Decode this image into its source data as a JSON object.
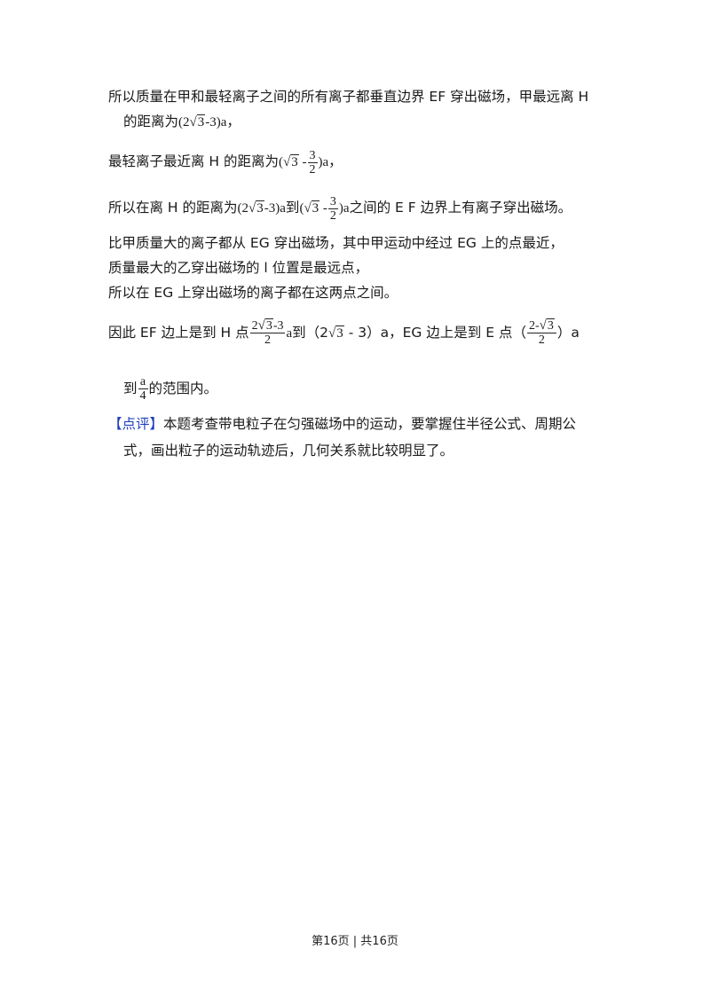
{
  "p1": {
    "text": "所以质量在甲和最轻离子之间的所有离子都垂直边界 EF 穿出磁场，甲最远离 H"
  },
  "p1b": {
    "pre": "的距离为",
    "f1a": "(2",
    "f1r": "√",
    "f1u": "3",
    "f1b": "-3)",
    "f1c": "a",
    "post": "，"
  },
  "p2": {
    "pre": "最轻离子最近离 H 的距离为",
    "o": "(",
    "r": "√",
    "u": "3",
    "minus": " -",
    "num": "3",
    "den": "2",
    "c": ")",
    "a": "a",
    "post": "，"
  },
  "p3": {
    "pre": "所以在离 H 的距离为",
    "f1a": "(2",
    "f1r": "√",
    "f1u": "3",
    "f1b": "-3)",
    "f1c": "a",
    "mid": "到",
    "o": "(",
    "r": "√",
    "u": "3",
    "minus": " -",
    "num": "3",
    "den": "2",
    "c": ")",
    "a": "a",
    "post": "之间的 E F 边界上有离子穿出磁场。"
  },
  "p4": {
    "text": "比甲质量大的离子都从 EG 穿出磁场，其中甲运动中经过 EG 上的点最近，"
  },
  "p5": {
    "text": "质量最大的乙穿出磁场的 l 位置是最远点，"
  },
  "p6": {
    "text": "所以在 EG 上穿出磁场的离子都在这两点之间。"
  },
  "p7": {
    "pre": "因此 EF 边上是到 H 点",
    "n1a": "2",
    "n1r": "√",
    "n1u": "3",
    "n1b": "-3",
    "d1": "2",
    "a1": "a",
    "mid1": "到（2",
    "r2": "√",
    "u2": "3",
    "mid2": " - 3）a，EG 边上是到 E 点（",
    "n3a": "2-",
    "n3r": "√",
    "n3u": "3",
    "d3": "2",
    "post": "）a"
  },
  "p8": {
    "pre": "到",
    "num": "a",
    "den": "4",
    "post": "的范围内。"
  },
  "p9": {
    "tag": "【点评】",
    "text": "本题考查带电粒子在匀强磁场中的运动，要掌握住半径公式、周期公"
  },
  "p10": {
    "text": "式，画出粒子的运动轨迹后，几何关系就比较明显了。"
  },
  "footer": {
    "text": "第16页 | 共16页"
  }
}
